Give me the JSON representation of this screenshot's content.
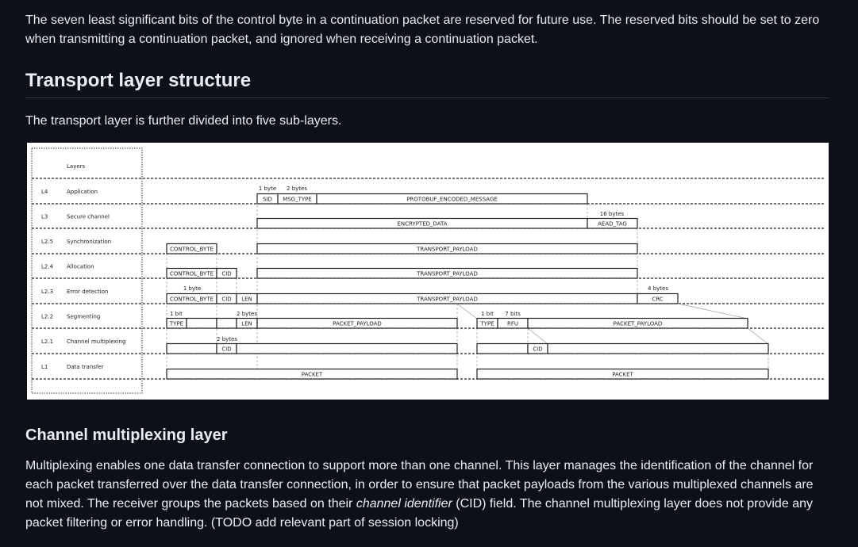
{
  "intro_paragraph": "The seven least significant bits of the control byte in a continuation packet are reserved for future use. The reserved bits should be set to zero when transmitting a continuation packet, and ignored when receiving a continuation packet.",
  "section_heading": "Transport layer structure",
  "section_intro": "The transport layer is further divided into five sub-layers.",
  "diagram": {
    "header": "Layers",
    "rows": [
      {
        "id": "L4",
        "name": "Application"
      },
      {
        "id": "L3",
        "name": "Secure channel"
      },
      {
        "id": "L2.5",
        "name": "Synchronization"
      },
      {
        "id": "L2.4",
        "name": "Allocation"
      },
      {
        "id": "L2.3",
        "name": "Error detection"
      },
      {
        "id": "L2.2",
        "name": "Segmenting"
      },
      {
        "id": "L2.1",
        "name": "Channel multiplexing"
      },
      {
        "id": "L1",
        "name": "Data transfer"
      }
    ],
    "fields": [
      "SID",
      "MSG_TYPE",
      "PROTOBUF_ENCODED_MESSAGE",
      "ENCRYPTED_DATA",
      "AEAD_TAG",
      "CONTROL_BYTE",
      "TRANSPORT_PAYLOAD",
      "CONTROL_BYTE",
      "CID",
      "TRANSPORT_PAYLOAD",
      "CONTROL_BYTE",
      "CID",
      "LEN",
      "TRANSPORT_PAYLOAD",
      "CRC",
      "TYPE",
      "",
      "",
      "LEN",
      "PACKET_PAYLOAD",
      "TYPE",
      "RFU",
      "PACKET_PAYLOAD",
      "",
      "CID",
      "",
      "",
      "CID",
      "",
      "PACKET",
      "PACKET"
    ],
    "annotations": [
      "1 byte",
      "2 bytes",
      "16 bytes",
      "1 byte",
      "4 bytes",
      "1 bit",
      "2 bytes",
      "1 bit",
      "7 bits",
      "2 bytes"
    ]
  },
  "subsection_heading": "Channel multiplexing layer",
  "subsection_paragraph": {
    "part1": "Multiplexing enables one data transfer connection to support more than one channel. This layer manages the identification of the channel for each packet transferred over the data transfer connection, in order to ensure that packet payloads from the various multiplexed channels are not mixed. The receiver groups the packets based on their ",
    "emphasis": "channel identifier",
    "part2": " (CID) field. The channel multiplexing layer does not provide any packet filtering or error handling. (TODO add relevant part of session locking)"
  }
}
